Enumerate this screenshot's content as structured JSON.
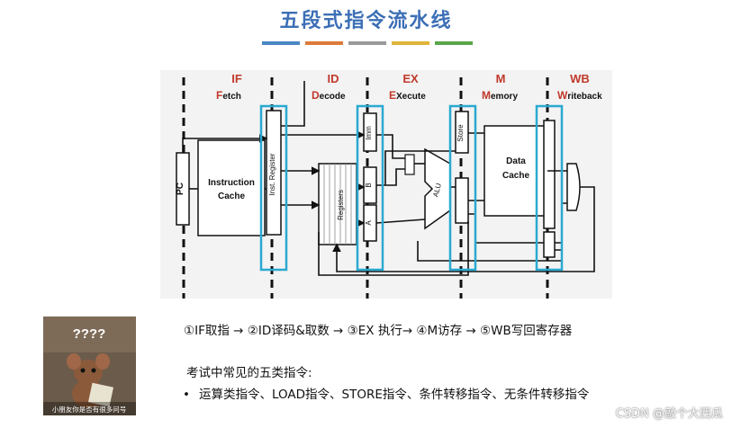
{
  "title": "五段式指令流水线",
  "accent_colors": [
    "#4a86c5",
    "#dd7a3a",
    "#9a9a9a",
    "#e0b43a",
    "#5aa64a"
  ],
  "stages": [
    {
      "abbr": "IF",
      "letter": "F",
      "rest": "etch"
    },
    {
      "abbr": "ID",
      "letter": "D",
      "rest": "ecode"
    },
    {
      "abbr": "EX",
      "letter": "E",
      "rest": "Xecute"
    },
    {
      "abbr": "M",
      "letter": "M",
      "rest": "emory"
    },
    {
      "abbr": "WB",
      "letter": "W",
      "rest": "riteback"
    }
  ],
  "blocks": {
    "pc": "PC",
    "icache_line1": "Instruction",
    "icache_line2": "Cache",
    "inst_register": "Inst. Register",
    "registers": "Registers",
    "imm": "Imm",
    "b": "B",
    "a": "A",
    "alu": "ALU",
    "store": "Store",
    "dcache_line1": "Data",
    "dcache_line2": "Cache"
  },
  "meme": {
    "marks": "????",
    "caption": "小朋友你是否有很多问号"
  },
  "steps_line": "①IF取指 → ②ID译码&取数 → ③EX 执行→ ④M访存 → ⑤WB写回寄存器",
  "exam_title": "考试中常见的五类指令:",
  "exam_bullet": "•",
  "exam_item": "运算类指令、LOAD指令、STORE指令、条件转移指令、无条件转移指令",
  "watermark": "CSDN @敲个大西瓜"
}
